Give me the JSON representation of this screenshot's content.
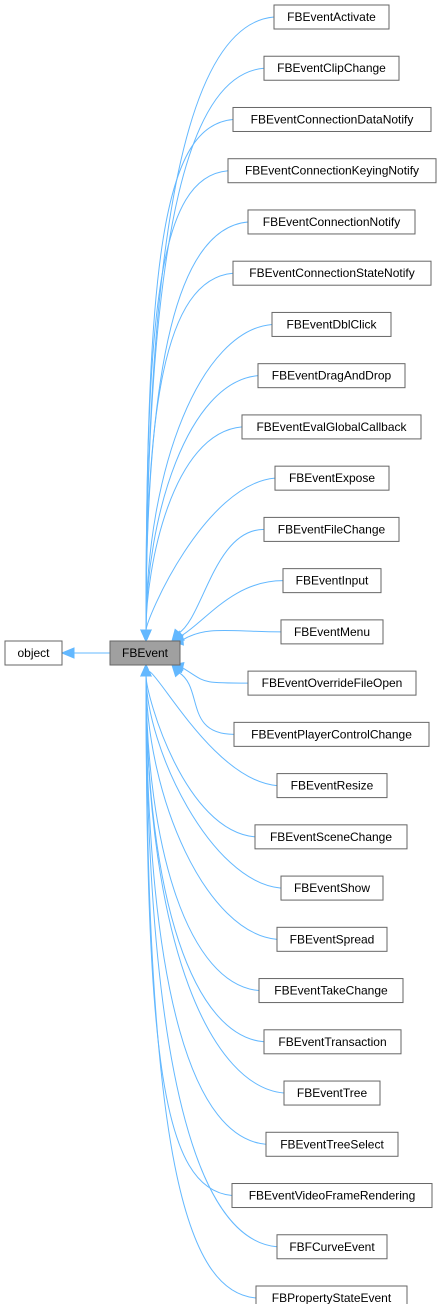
{
  "root": {
    "label": "object"
  },
  "base": {
    "label": "FBEvent"
  },
  "children": [
    "FBEventActivate",
    "FBEventClipChange",
    "FBEventConnectionDataNotify",
    "FBEventConnectionKeyingNotify",
    "FBEventConnectionNotify",
    "FBEventConnectionStateNotify",
    "FBEventDblClick",
    "FBEventDragAndDrop",
    "FBEventEvalGlobalCallback",
    "FBEventExpose",
    "FBEventFileChange",
    "FBEventInput",
    "FBEventMenu",
    "FBEventOverrideFileOpen",
    "FBEventPlayerControlChange",
    "FBEventResize",
    "FBEventSceneChange",
    "FBEventShow",
    "FBEventSpread",
    "FBEventTakeChange",
    "FBEventTransaction",
    "FBEventTree",
    "FBEventTreeSelect",
    "FBEventVideoFrameRendering",
    "FBFCurveEvent",
    "FBPropertyStateEvent"
  ],
  "colors": {
    "edge": "#63b8ff",
    "base_fill": "#a0a0a0",
    "node_border": "#666666"
  }
}
